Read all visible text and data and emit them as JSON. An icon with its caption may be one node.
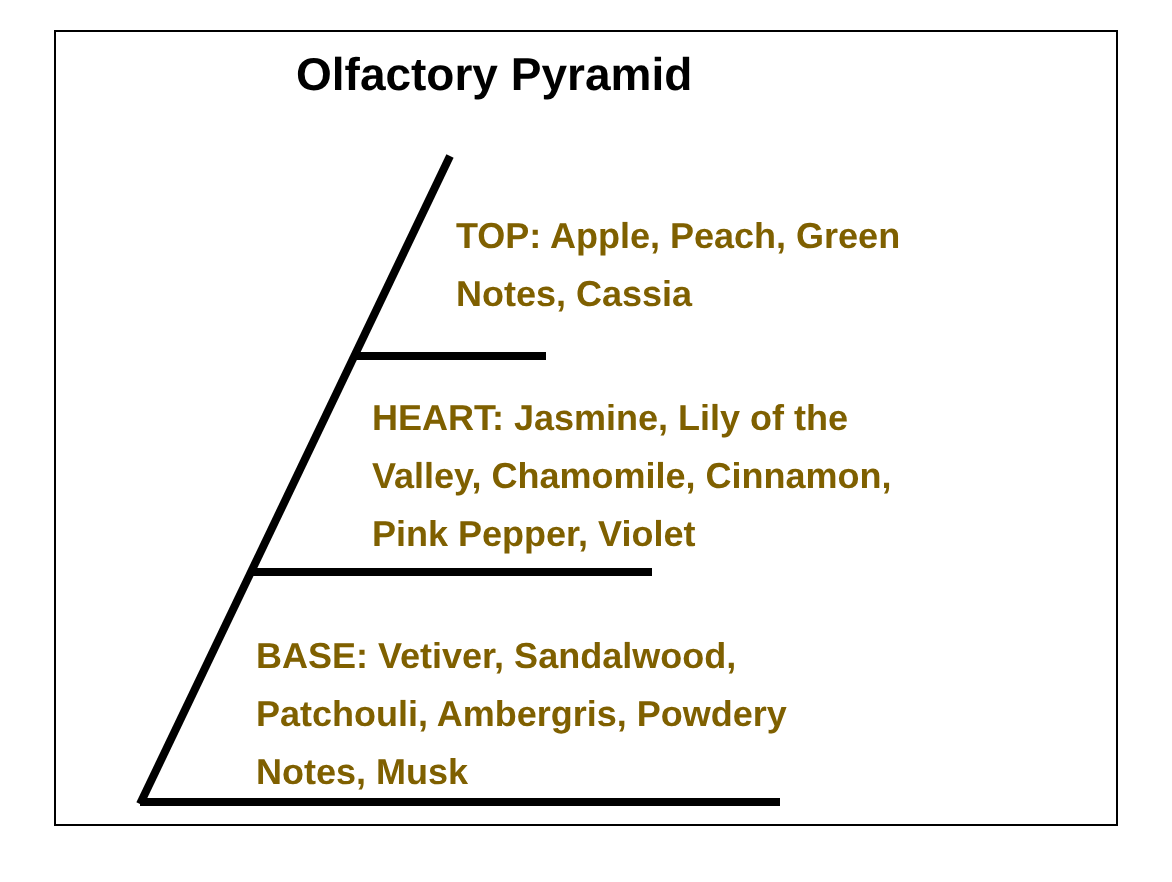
{
  "diagram": {
    "title": "Olfactory Pyramid",
    "nodes": [
      {
        "text": [
          "TOP: Apple, Peach, Green Notes, Cassia"
        ]
      },
      {
        "text": [
          "HEART: Jasmine, Lily of the Valley, Chamomile, Cinnamon, Pink Pepper, Violet"
        ]
      },
      {
        "text": [
          "BASE: Vetiver, Sandalwood, Patchouli, Ambergris, Powdery Notes, Musk"
        ]
      }
    ],
    "edges": []
  }
}
